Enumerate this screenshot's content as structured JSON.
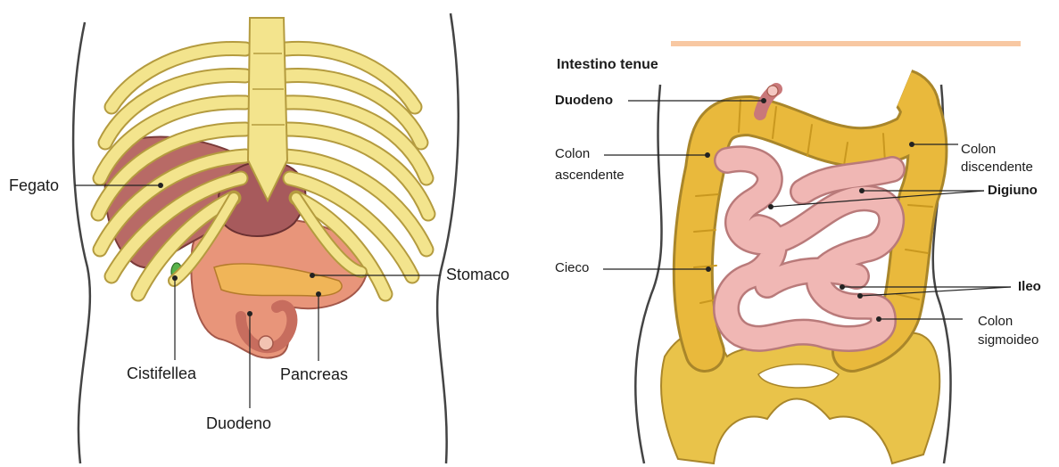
{
  "left_panel": {
    "labels": {
      "fegato": "Fegato",
      "stomaco": "Stomaco",
      "cistifellea": "Cistifellea",
      "pancreas": "Pancreas",
      "duodeno": "Duodeno"
    }
  },
  "right_panel": {
    "title": "Intestino tenue",
    "labels": {
      "duodeno": "Duodeno",
      "colon_ascendente_1": "Colon",
      "colon_ascendente_2": "ascendente",
      "colon_discendente_1": "Colon",
      "colon_discendente_2": "discendente",
      "digiuno": "Digiuno",
      "cieco": "Cieco",
      "ileo": "Ileo",
      "colon_sigmoideo_1": "Colon",
      "colon_sigmoideo_2": "sigmoideo"
    }
  },
  "colors": {
    "bone": "#f3e48d",
    "bone_outline": "#b49b3f",
    "liver": "#b86a66",
    "stomach": "#e8957a",
    "colon": "#e9b93c",
    "small_intestine": "#f0b7b4",
    "top_bar": "#f8c8a2"
  }
}
